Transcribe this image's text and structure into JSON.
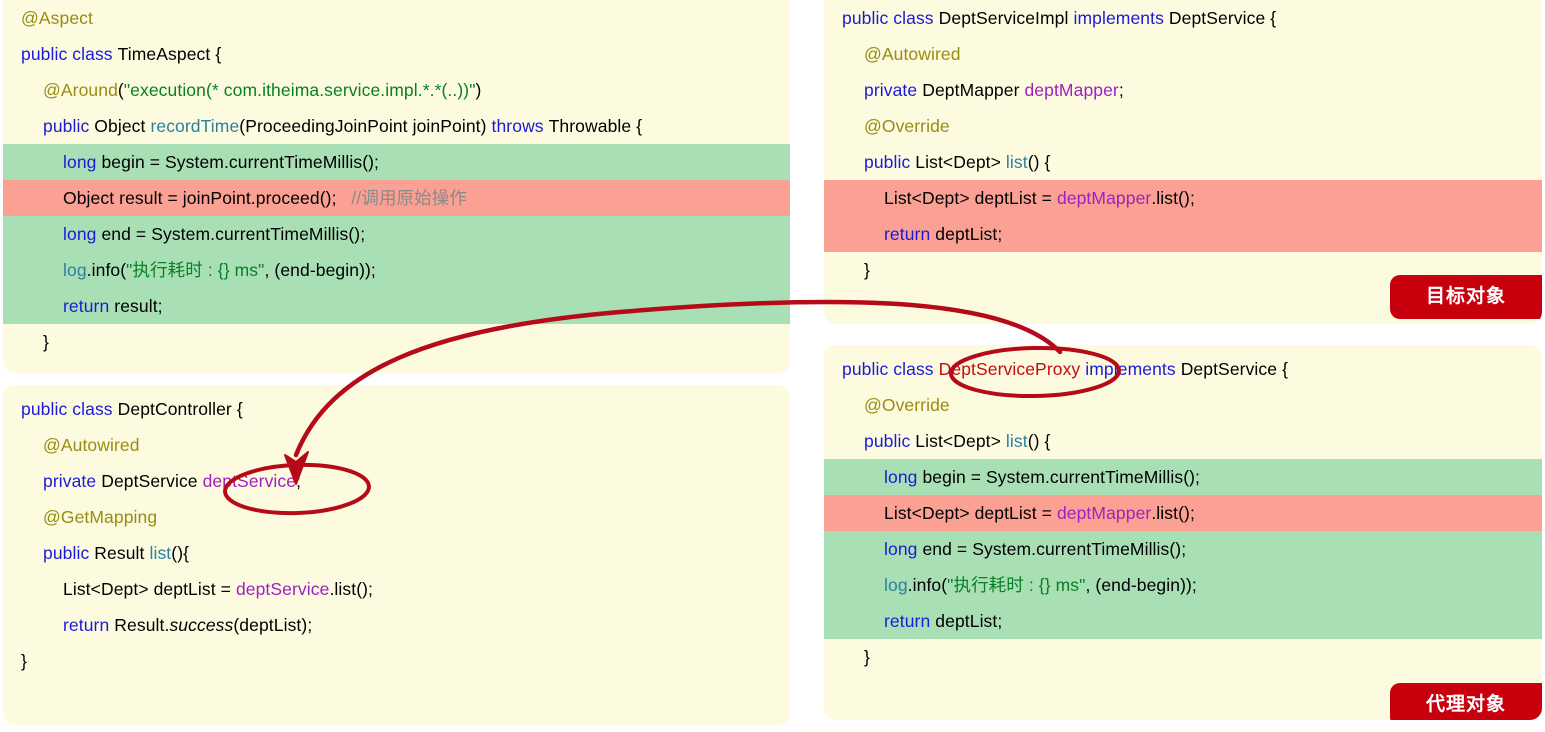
{
  "panels": {
    "aspect": {
      "name": "TimeAspect aspect class",
      "lines": [
        {
          "indent": 0,
          "hl": "none",
          "tokens": [
            {
              "t": "@Aspect",
              "c": "ann"
            }
          ]
        },
        {
          "indent": 0,
          "hl": "none",
          "tokens": [
            {
              "t": "public class ",
              "c": "kw"
            },
            {
              "t": "TimeAspect {",
              "c": "plain"
            }
          ]
        },
        {
          "indent": 1,
          "hl": "none",
          "tokens": [
            {
              "t": "@Around",
              "c": "ann"
            },
            {
              "t": "(",
              "c": "plain"
            },
            {
              "t": "\"execution(* com.itheima.service.impl.*.*(..))\"",
              "c": "str"
            },
            {
              "t": ")",
              "c": "plain"
            }
          ]
        },
        {
          "indent": 1,
          "hl": "none",
          "tokens": [
            {
              "t": "public ",
              "c": "kw"
            },
            {
              "t": "Object ",
              "c": "plain"
            },
            {
              "t": "recordTime",
              "c": "mth"
            },
            {
              "t": "(ProceedingJoinPoint joinPoint) ",
              "c": "plain"
            },
            {
              "t": "throws ",
              "c": "kw"
            },
            {
              "t": "Throwable {",
              "c": "plain"
            }
          ]
        },
        {
          "indent": 2,
          "hl": "green",
          "tokens": [
            {
              "t": "long ",
              "c": "kw"
            },
            {
              "t": "begin = System.currentTimeMillis();",
              "c": "plain"
            }
          ]
        },
        {
          "indent": 2,
          "hl": "red",
          "tokens": [
            {
              "t": "Object result = joinPoint.proceed();  ",
              "c": "plain"
            },
            {
              "t": " //调用原始操作",
              "c": "cmt"
            }
          ]
        },
        {
          "indent": 2,
          "hl": "green",
          "tokens": [
            {
              "t": "long ",
              "c": "kw"
            },
            {
              "t": "end = System.currentTimeMillis();",
              "c": "plain"
            }
          ]
        },
        {
          "indent": 2,
          "hl": "green",
          "tokens": [
            {
              "t": "log",
              "c": "mth"
            },
            {
              "t": ".info(",
              "c": "plain"
            },
            {
              "t": "\"执行耗时 : {} ms\"",
              "c": "str"
            },
            {
              "t": ", (end-begin));",
              "c": "plain"
            }
          ]
        },
        {
          "indent": 2,
          "hl": "green",
          "tokens": [
            {
              "t": "return ",
              "c": "kw"
            },
            {
              "t": "result;",
              "c": "plain"
            }
          ]
        },
        {
          "indent": 1,
          "hl": "none",
          "tokens": [
            {
              "t": "}",
              "c": "plain"
            }
          ]
        }
      ]
    },
    "controller": {
      "name": "DeptController class",
      "lines": [
        {
          "indent": 0,
          "hl": "none",
          "tokens": [
            {
              "t": "public class ",
              "c": "kw"
            },
            {
              "t": "DeptController {",
              "c": "plain"
            }
          ]
        },
        {
          "indent": 1,
          "hl": "none",
          "tokens": [
            {
              "t": "@Autowired",
              "c": "ann"
            }
          ]
        },
        {
          "indent": 1,
          "hl": "none",
          "tokens": [
            {
              "t": "private ",
              "c": "kw"
            },
            {
              "t": "DeptService ",
              "c": "plain"
            },
            {
              "t": "deptService",
              "c": "fld"
            },
            {
              "t": ";",
              "c": "plain"
            }
          ]
        },
        {
          "indent": 1,
          "hl": "none",
          "tokens": [
            {
              "t": "@GetMapping",
              "c": "ann"
            }
          ]
        },
        {
          "indent": 1,
          "hl": "none",
          "tokens": [
            {
              "t": "public ",
              "c": "kw"
            },
            {
              "t": "Result ",
              "c": "plain"
            },
            {
              "t": "list",
              "c": "mth"
            },
            {
              "t": "(){",
              "c": "plain"
            }
          ]
        },
        {
          "indent": 2,
          "hl": "none",
          "tokens": [
            {
              "t": "List<Dept> deptList = ",
              "c": "plain"
            },
            {
              "t": "deptService",
              "c": "fld"
            },
            {
              "t": ".list();",
              "c": "plain"
            }
          ]
        },
        {
          "indent": 2,
          "hl": "none",
          "tokens": [
            {
              "t": "return ",
              "c": "kw"
            },
            {
              "t": "Result.",
              "c": "plain"
            },
            {
              "t": "success",
              "c": "ital"
            },
            {
              "t": "(deptList);",
              "c": "plain"
            }
          ]
        },
        {
          "indent": 0,
          "hl": "none",
          "tokens": [
            {
              "t": "}",
              "c": "plain"
            }
          ]
        }
      ]
    },
    "impl": {
      "name": "DeptServiceImpl class",
      "badge": "目标对象",
      "lines": [
        {
          "indent": 0,
          "hl": "none",
          "tokens": [
            {
              "t": "public class ",
              "c": "kw"
            },
            {
              "t": "DeptServiceImpl ",
              "c": "plain"
            },
            {
              "t": "implements ",
              "c": "kw"
            },
            {
              "t": "DeptService {",
              "c": "plain"
            }
          ]
        },
        {
          "indent": 1,
          "hl": "none",
          "tokens": [
            {
              "t": "@Autowired",
              "c": "ann"
            }
          ]
        },
        {
          "indent": 1,
          "hl": "none",
          "tokens": [
            {
              "t": "private ",
              "c": "kw"
            },
            {
              "t": "DeptMapper ",
              "c": "plain"
            },
            {
              "t": "deptMapper",
              "c": "fld"
            },
            {
              "t": ";",
              "c": "plain"
            }
          ]
        },
        {
          "indent": 1,
          "hl": "none",
          "tokens": [
            {
              "t": "@Override",
              "c": "ann"
            }
          ]
        },
        {
          "indent": 1,
          "hl": "none",
          "tokens": [
            {
              "t": "public ",
              "c": "kw"
            },
            {
              "t": "List<Dept> ",
              "c": "plain"
            },
            {
              "t": "list",
              "c": "mth"
            },
            {
              "t": "() {",
              "c": "plain"
            }
          ]
        },
        {
          "indent": 2,
          "hl": "red",
          "tokens": [
            {
              "t": "List<Dept> deptList = ",
              "c": "plain"
            },
            {
              "t": "deptMapper",
              "c": "fld"
            },
            {
              "t": ".list();",
              "c": "plain"
            }
          ]
        },
        {
          "indent": 2,
          "hl": "red",
          "tokens": [
            {
              "t": "return ",
              "c": "kw"
            },
            {
              "t": "deptList;",
              "c": "plain"
            }
          ]
        },
        {
          "indent": 1,
          "hl": "none",
          "tokens": [
            {
              "t": "}",
              "c": "plain"
            }
          ]
        }
      ]
    },
    "proxy": {
      "name": "DeptServiceProxy class",
      "badge": "代理对象",
      "lines": [
        {
          "indent": 0,
          "hl": "none",
          "tokens": [
            {
              "t": "public class ",
              "c": "kw"
            },
            {
              "t": "DeptServiceProxy ",
              "c": "red"
            },
            {
              "t": "implements ",
              "c": "kw"
            },
            {
              "t": "DeptService {",
              "c": "plain"
            }
          ]
        },
        {
          "indent": 1,
          "hl": "none",
          "tokens": [
            {
              "t": "@Override",
              "c": "ann"
            }
          ]
        },
        {
          "indent": 1,
          "hl": "none",
          "tokens": [
            {
              "t": "public ",
              "c": "kw"
            },
            {
              "t": "List<Dept> ",
              "c": "plain"
            },
            {
              "t": "list",
              "c": "mth"
            },
            {
              "t": "() {",
              "c": "plain"
            }
          ]
        },
        {
          "indent": 2,
          "hl": "green",
          "tokens": [
            {
              "t": "long ",
              "c": "kw"
            },
            {
              "t": "begin = System.currentTimeMillis();",
              "c": "plain"
            }
          ]
        },
        {
          "indent": 2,
          "hl": "red",
          "tokens": [
            {
              "t": "List<Dept> deptList = ",
              "c": "plain"
            },
            {
              "t": "deptMapper",
              "c": "fld"
            },
            {
              "t": ".list();",
              "c": "plain"
            }
          ]
        },
        {
          "indent": 2,
          "hl": "green",
          "tokens": [
            {
              "t": "long ",
              "c": "kw"
            },
            {
              "t": "end = System.currentTimeMillis();",
              "c": "plain"
            }
          ]
        },
        {
          "indent": 2,
          "hl": "green",
          "tokens": [
            {
              "t": "log",
              "c": "mth"
            },
            {
              "t": ".info(",
              "c": "plain"
            },
            {
              "t": "\"执行耗时 : {} ms\"",
              "c": "str"
            },
            {
              "t": ", (end-begin));",
              "c": "plain"
            }
          ]
        },
        {
          "indent": 2,
          "hl": "green",
          "tokens": [
            {
              "t": "return ",
              "c": "kw"
            },
            {
              "t": "deptList;",
              "c": "plain"
            }
          ]
        },
        {
          "indent": 1,
          "hl": "none",
          "tokens": [
            {
              "t": "}",
              "c": "plain"
            }
          ]
        }
      ]
    }
  },
  "annotations": {
    "arrow_label": "proxy-injected-into-controller-arrow",
    "ellipse_proxy_label": "DeptServiceProxy",
    "ellipse_field_label": "deptService"
  },
  "colors": {
    "panel_bg": "#fcfbe0",
    "highlight_green": "#a9dfb5",
    "highlight_red": "#faa193",
    "badge_red": "#c8000e",
    "annotation_red": "#b50a18",
    "keyword_blue": "#1b1bd6",
    "annotation_olive": "#9a8c10",
    "string_green": "#0a8024",
    "method_teal": "#2f7f9f",
    "field_purple": "#a020c0",
    "comment_grey": "#8a8a8a"
  }
}
